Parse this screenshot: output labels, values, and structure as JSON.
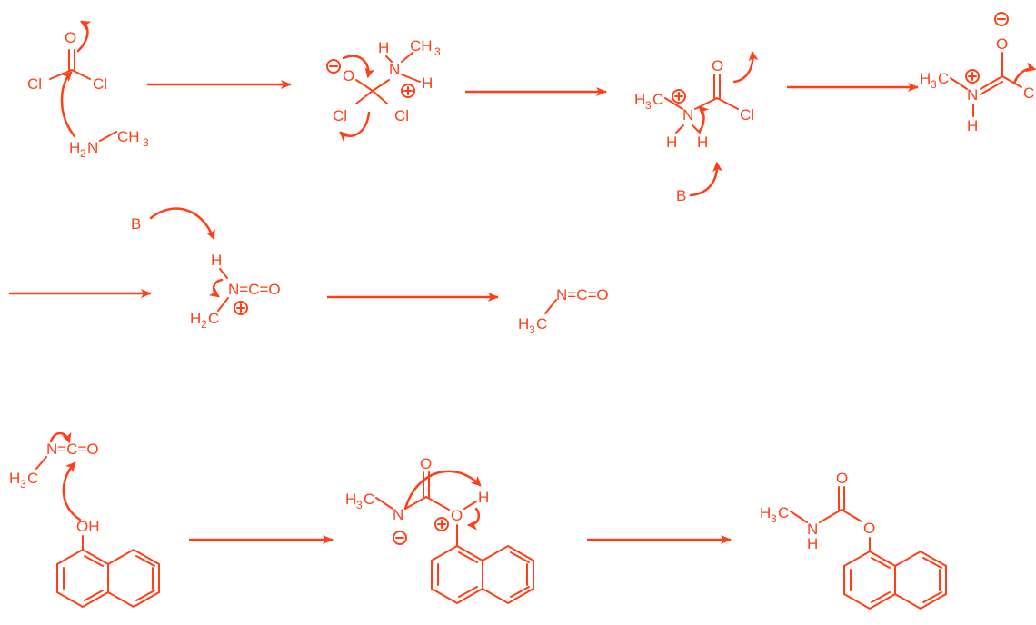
{
  "accent_color": "#ff3f17",
  "labels": {
    "cl": "Cl",
    "o": "O",
    "n": "N",
    "h": "H",
    "c": "C",
    "b": "B",
    "ch3": "CH",
    "h3c": "H",
    "h2n": "H",
    "h2c": "H",
    "oh": "OH",
    "nco": "N=C=O",
    "sub2": "2",
    "sub3": "3",
    "plus": "+",
    "minus": "−"
  }
}
